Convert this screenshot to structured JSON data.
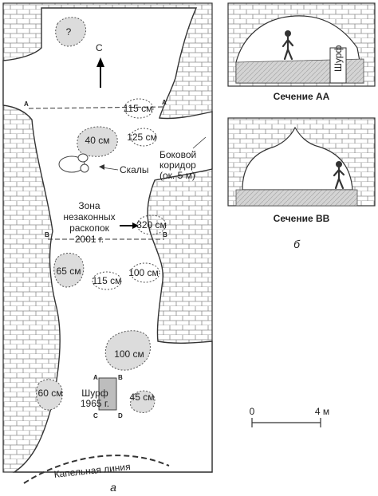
{
  "plan": {
    "north_label": "С",
    "unknown_label": "?",
    "section_marks": {
      "a": "А",
      "b": "В"
    },
    "depths": {
      "d115_top": "115 см",
      "d40": "40 см",
      "d125": "125 см",
      "d320": "320 см",
      "d65": "65 см",
      "d115_mid": "115 см",
      "d100_mid": "100 см",
      "d100_low": "100 см",
      "d60": "60 см",
      "d45": "45 см"
    },
    "rocks_label": "Скалы",
    "side_corridor": [
      "Боковой",
      "коридор",
      "(ок. 5 м)"
    ],
    "illegal_zone": [
      "Зона",
      "незаконных",
      "раскопок",
      "2001 г."
    ],
    "shurf_label": [
      "Шурф",
      "1965 г."
    ],
    "pit_corners": {
      "a": "A",
      "b": "B",
      "c": "C",
      "d": "D"
    },
    "drip_line": "Капельная линия",
    "caption": "а"
  },
  "sections": {
    "aa": {
      "title": "Сечение АА",
      "pit_label": "Шурф"
    },
    "bb": {
      "title": "Сечение ВВ"
    },
    "caption": "б"
  },
  "scale": {
    "start": "0",
    "end": "4 м"
  }
}
